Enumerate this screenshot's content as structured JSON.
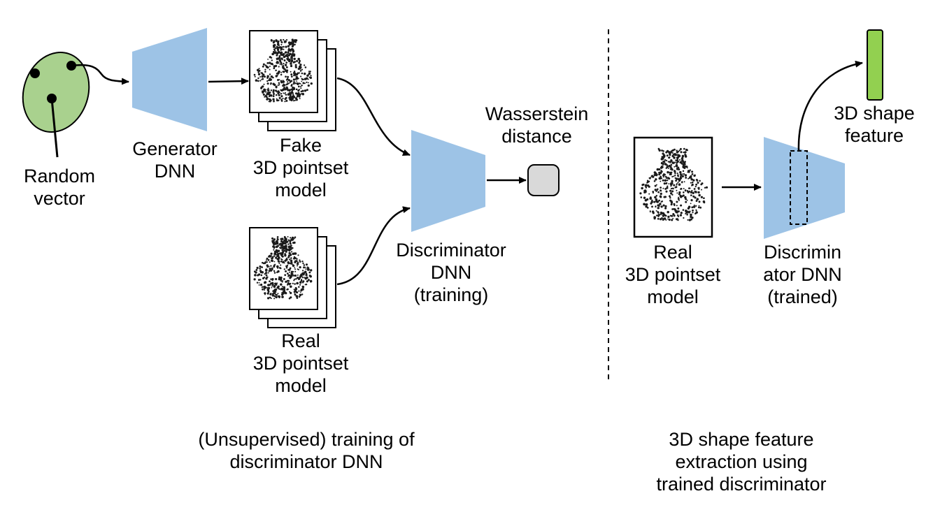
{
  "colors": {
    "dnn_fill": "#9dc3e6",
    "random_vector_fill": "#a9d18e",
    "feature_bar_fill": "#92d050",
    "distance_box_fill": "#d9d9d9",
    "stroke": "#000000"
  },
  "left_panel": {
    "random_vector_label": [
      "Random",
      "vector"
    ],
    "generator_label": [
      "Generator",
      "DNN"
    ],
    "fake_model_label": [
      "Fake",
      "3D pointset",
      "model"
    ],
    "real_model_label": [
      "Real",
      "3D pointset",
      "model"
    ],
    "discriminator_label": [
      "Discriminator",
      "DNN",
      "(training)"
    ],
    "distance_label": [
      "Wasserstein",
      "distance"
    ],
    "caption": [
      "(Unsupervised) training of",
      "discriminator DNN"
    ]
  },
  "right_panel": {
    "real_model_label": [
      "Real",
      "3D pointset",
      "model"
    ],
    "discriminator_label": [
      "Discrimin",
      "ator DNN",
      "(trained)"
    ],
    "feature_label": [
      "3D shape",
      "feature"
    ],
    "caption": [
      "3D shape feature",
      "extraction using",
      "trained discriminator"
    ]
  }
}
